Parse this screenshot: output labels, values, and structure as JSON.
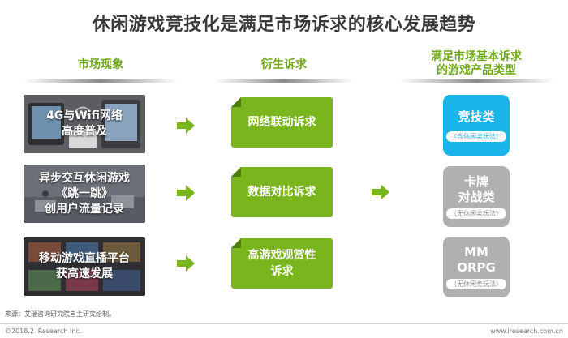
{
  "title": "休闲游戏竞技化是满足市场诉求的核心发展趋势",
  "columns": {
    "market": "市场现象",
    "demand": "衍生诉求",
    "ptype_line1": "满足市场基本诉求",
    "ptype_line2": "的游戏产品类型"
  },
  "phenomena": [
    {
      "line1": "4G与Wifi网络",
      "line2": "高度普及",
      "line3": ""
    },
    {
      "line1": "异步交互休闲游戏",
      "line2": "《跳一跳》",
      "line3": "创用户流量记录"
    },
    {
      "line1": "移动游戏直播平台",
      "line2": "获高速发展",
      "line3": ""
    }
  ],
  "demands": [
    {
      "line1": "网络联动诉求",
      "line2": ""
    },
    {
      "line1": "数据对比诉求",
      "line2": ""
    },
    {
      "line1": "高游戏观赏性",
      "line2": "诉求"
    }
  ],
  "product_types": [
    {
      "line1": "竞技类",
      "line2": "",
      "tag": "（含休闲类玩法）",
      "color": "#1ab5e8"
    },
    {
      "line1": "卡牌",
      "line2": "对战类",
      "tag": "（无休闲类玩法）",
      "color": "#b0b0b0"
    },
    {
      "line1": "MM",
      "line2": "ORPG",
      "tag": "（无休闲类玩法）",
      "color": "#b0b0b0"
    }
  ],
  "colors": {
    "accent_green": "#7ab51d",
    "accent_blue": "#1ab5e8",
    "gray": "#b0b0b0"
  },
  "source": "来源：艾瑞咨询研究院自主研究绘制。",
  "copyright": "©2018.2 iResearch Inc.",
  "website": "www.iresearch.com.cn"
}
